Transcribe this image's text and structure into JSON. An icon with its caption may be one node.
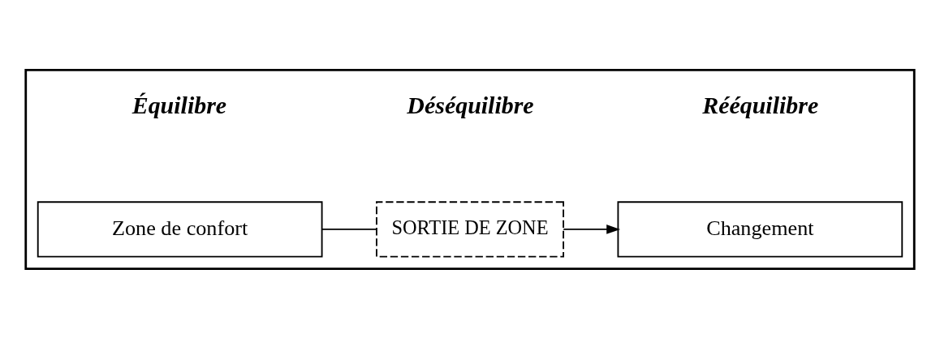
{
  "diagram": {
    "nodes": [
      {
        "text": [],
        "shape": "box"
      },
      {
        "text": [
          "Zone de confort"
        ],
        "in": 0
      },
      {
        "text": [
          "SORTIE DE ZONE"
        ],
        "in": 0
      },
      {
        "text": [
          "Changement"
        ],
        "in": 0
      }
    ],
    "edges": [
      {
        "from": 1,
        "to": 2,
        "arrow": "none"
      },
      {
        "from": 2,
        "to": 3,
        "arrow": "to"
      }
    ],
    "labels": [
      "Équilibre",
      "Déséquilibre",
      "Rééquilibre"
    ]
  }
}
